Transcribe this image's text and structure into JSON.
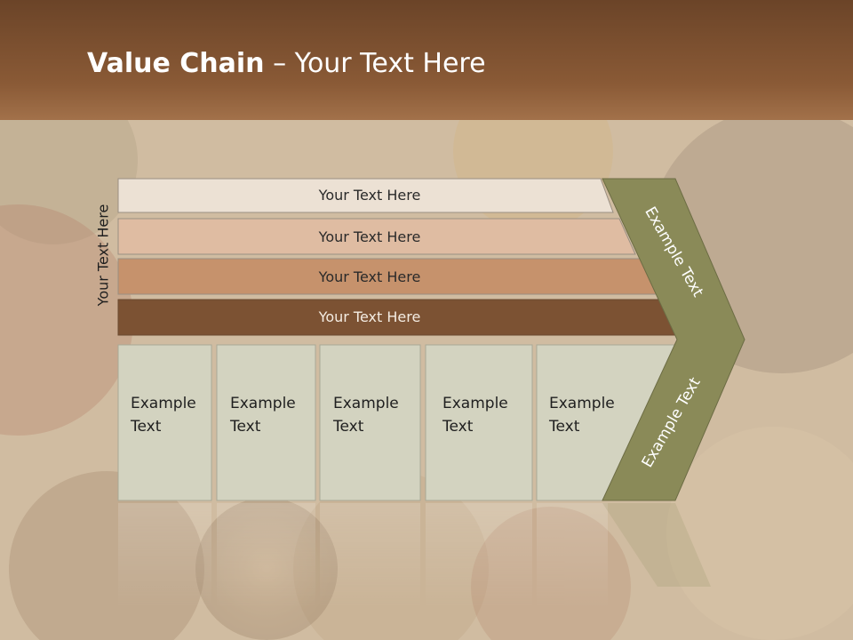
{
  "title": {
    "bold": "Value Chain",
    "rest": "– Your Text Here"
  },
  "side_label": "Your Text Here",
  "bars": [
    {
      "label": "Your Text Here",
      "fill": "#ece1d4",
      "text_color": "#2a2a2a"
    },
    {
      "label": "Your Text Here",
      "fill": "#dfbca2",
      "text_color": "#2a2a2a"
    },
    {
      "label": "Your Text Here",
      "fill": "#c6926c",
      "text_color": "#2a2a2a"
    },
    {
      "label": "Your Text Here",
      "fill": "#7c5233",
      "text_color": "#f4ece2"
    }
  ],
  "boxes": [
    {
      "line1": "Example",
      "line2": "Text"
    },
    {
      "line1": "Example",
      "line2": "Text"
    },
    {
      "line1": "Example",
      "line2": "Text"
    },
    {
      "line1": "Example",
      "line2": "Text"
    },
    {
      "line1": "Example",
      "line2": "Text"
    }
  ],
  "chevron": {
    "upper_label": "Example Text",
    "lower_label": "Example Text",
    "fill": "#8a8a58"
  },
  "colors": {
    "header": "#6e4a2c",
    "box_fill": "#d3d3c0"
  }
}
